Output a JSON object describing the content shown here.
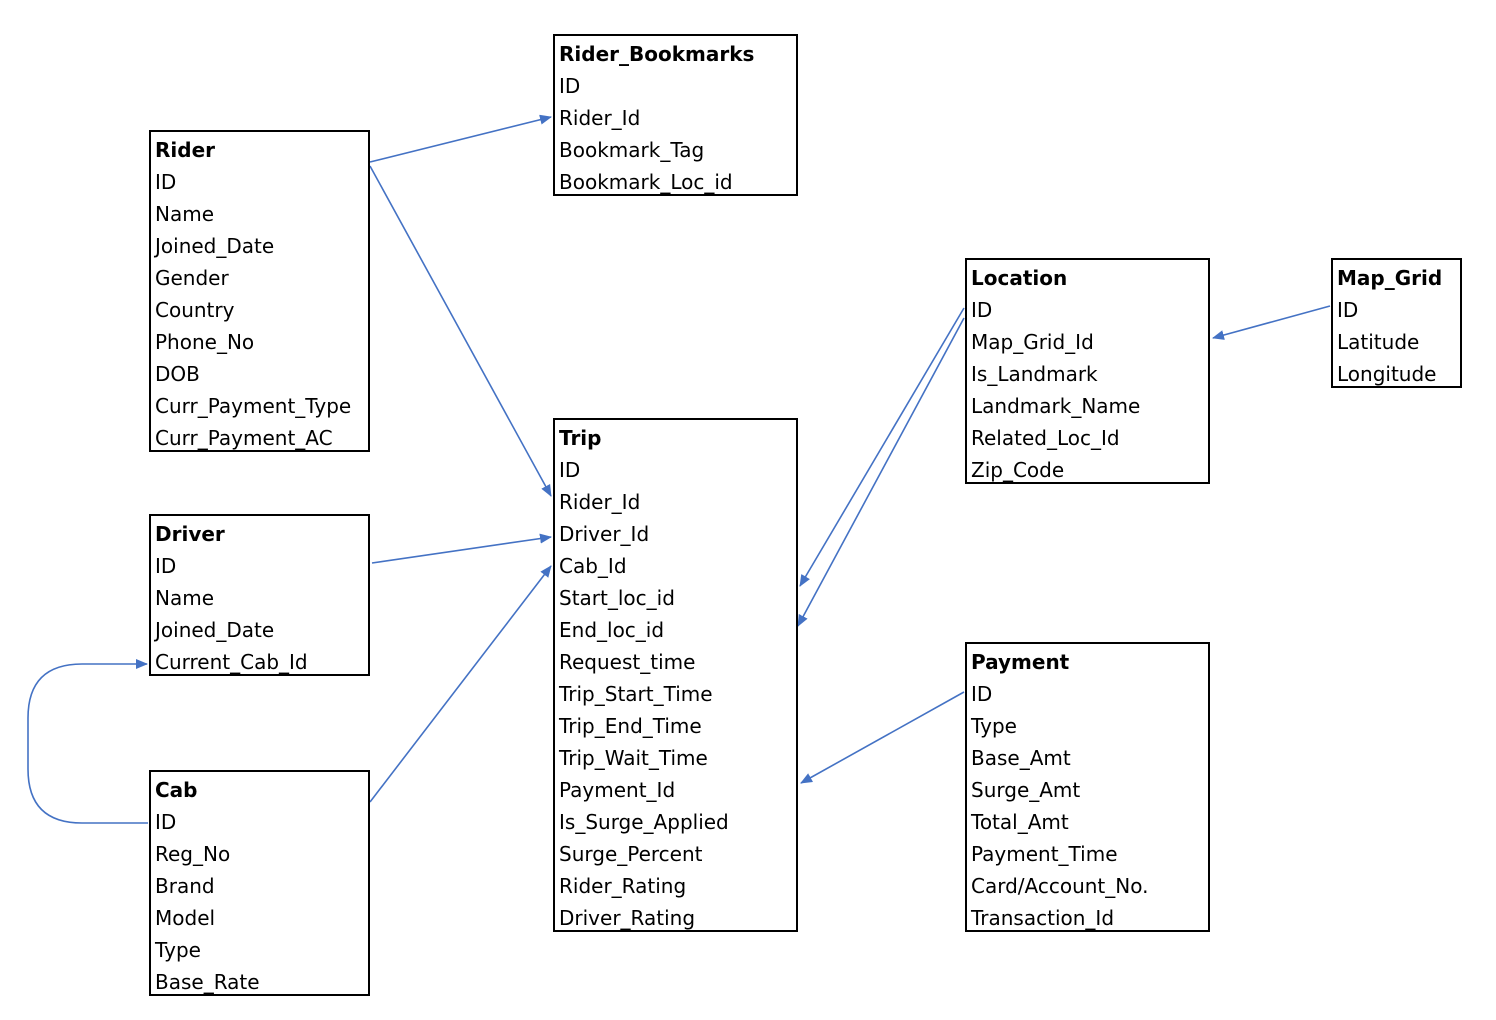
{
  "entities": {
    "rider_bookmarks": {
      "title": "Rider_Bookmarks",
      "fields": [
        "ID",
        "Rider_Id",
        "Bookmark_Tag",
        "Bookmark_Loc_id"
      ]
    },
    "rider": {
      "title": "Rider",
      "fields": [
        "ID",
        "Name",
        "Joined_Date",
        "Gender",
        "Country",
        "Phone_No",
        "DOB",
        "Curr_Payment_Type",
        "Curr_Payment_AC"
      ]
    },
    "driver": {
      "title": "Driver",
      "fields": [
        "ID",
        "Name",
        "Joined_Date",
        "Current_Cab_Id"
      ]
    },
    "cab": {
      "title": "Cab",
      "fields": [
        "ID",
        "Reg_No",
        "Brand",
        "Model",
        "Type",
        "Base_Rate"
      ]
    },
    "trip": {
      "title": "Trip",
      "fields": [
        "ID",
        "Rider_Id",
        "Driver_Id",
        "Cab_Id",
        "Start_loc_id",
        "End_loc_id",
        "Request_time",
        "Trip_Start_Time",
        "Trip_End_Time",
        "Trip_Wait_Time",
        "Payment_Id",
        "Is_Surge_Applied",
        "Surge_Percent",
        "Rider_Rating",
        "Driver_Rating"
      ]
    },
    "location": {
      "title": "Location",
      "fields": [
        "ID",
        "Map_Grid_Id",
        "Is_Landmark",
        "Landmark_Name",
        "Related_Loc_Id",
        "Zip_Code"
      ]
    },
    "map_grid": {
      "title": "Map_Grid",
      "fields": [
        "ID",
        "Latitude",
        "Longitude"
      ]
    },
    "payment": {
      "title": "Payment",
      "fields": [
        "ID",
        "Type",
        "Base_Amt",
        "Surge_Amt",
        "Total_Amt",
        "Payment_Time",
        "Card/Account_No.",
        "Transaction_Id"
      ]
    }
  },
  "relationships": [
    {
      "from": "Rider.ID",
      "to": "Rider_Bookmarks.Rider_Id"
    },
    {
      "from": "Rider.ID",
      "to": "Trip.Rider_Id"
    },
    {
      "from": "Driver.ID",
      "to": "Trip.Driver_Id"
    },
    {
      "from": "Cab.ID",
      "to": "Trip.Cab_Id"
    },
    {
      "from": "Cab.ID",
      "to": "Driver.Current_Cab_Id"
    },
    {
      "from": "Location.ID",
      "to": "Trip.Start_loc_id"
    },
    {
      "from": "Location.ID",
      "to": "Trip.End_loc_id"
    },
    {
      "from": "Map_Grid.ID",
      "to": "Location.Map_Grid_Id"
    },
    {
      "from": "Payment.ID",
      "to": "Trip.Payment_Id"
    }
  ],
  "colors": {
    "connector": "#4472C4",
    "border": "#000000"
  }
}
